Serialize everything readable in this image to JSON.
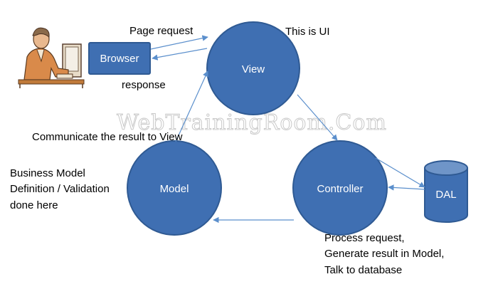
{
  "colors": {
    "node_fill": "#3f6fb2",
    "node_stroke": "#2f5a93",
    "connector": "#5b8fcc",
    "text": "#000000",
    "node_text": "#ffffff",
    "watermark_stroke": "#c9c9c9"
  },
  "watermark": "WebTrainingRoom.Com",
  "nodes": {
    "browser": "Browser",
    "view": "View",
    "model": "Model",
    "controller": "Controller",
    "dal": "DAL"
  },
  "labels": {
    "page_request": "Page request",
    "response": "response",
    "this_is_ui": "This is UI",
    "communicate": "Communicate the result  to View",
    "model_note": [
      "Business Model",
      "Definition / Validation",
      "done here"
    ],
    "controller_note": [
      "Process request,",
      "Generate result in Model,",
      "Talk to database"
    ]
  },
  "icons": {
    "user": "user-at-computer-icon"
  }
}
